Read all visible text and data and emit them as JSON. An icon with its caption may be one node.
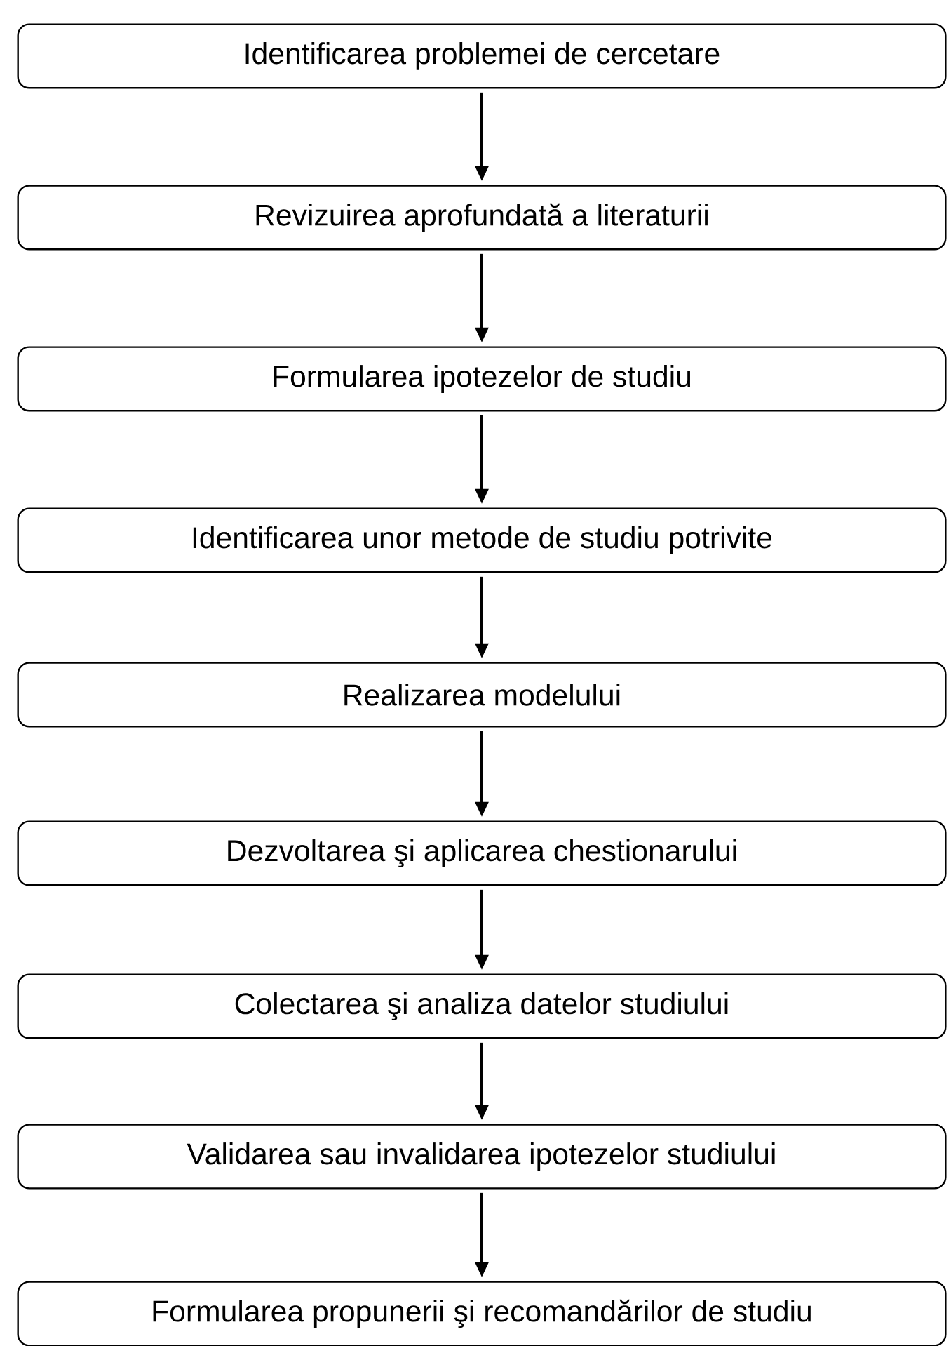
{
  "diagram": {
    "nodes": [
      {
        "text": [
          "Identificarea problemei de cercetare"
        ]
      },
      {
        "text": [
          "Revizuirea aprofundată a literaturii"
        ]
      },
      {
        "text": [
          "Formularea ipotezelor de studiu"
        ]
      },
      {
        "text": [
          "Identificarea unor metode de studiu potrivite"
        ]
      },
      {
        "text": [
          "Realizarea modelului"
        ]
      },
      {
        "text": [
          "Dezvoltarea şi aplicarea chestionarului"
        ]
      },
      {
        "text": [
          "Colectarea şi analiza datelor studiului"
        ]
      },
      {
        "text": [
          "Validarea sau invalidarea ipotezelor studiului"
        ]
      },
      {
        "text": [
          "Formularea propunerii şi recomandărilor de studiu"
        ]
      }
    ],
    "edges": [
      {
        "from": 0,
        "to": 1,
        "arrow": "to"
      },
      {
        "from": 1,
        "to": 2,
        "arrow": "to"
      },
      {
        "from": 2,
        "to": 3,
        "arrow": "to"
      },
      {
        "from": 3,
        "to": 4,
        "arrow": "to"
      },
      {
        "from": 4,
        "to": 5,
        "arrow": "to"
      },
      {
        "from": 5,
        "to": 6,
        "arrow": "to"
      },
      {
        "from": 6,
        "to": 7,
        "arrow": "to"
      },
      {
        "from": 7,
        "to": 8,
        "arrow": "to"
      }
    ]
  }
}
